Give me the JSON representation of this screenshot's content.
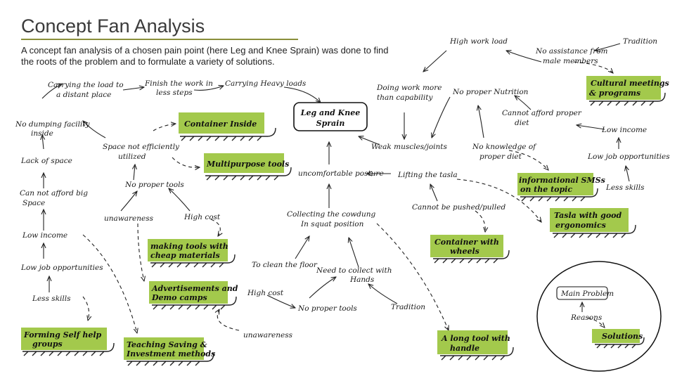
{
  "header": {
    "title": "Concept Fan Analysis",
    "description": "A concept fan analysis of a chosen pain point (here Leg and Knee Sprain) was done to find the roots of the problem and to formulate a variety of solutions."
  },
  "diagram": {
    "central_problem": [
      "Leg and Knee",
      "Sprain"
    ],
    "nodes": {
      "carrying_load": [
        "Carrying the load to",
        "a distant place"
      ],
      "finish_work": [
        "Finish the work in",
        "less steps"
      ],
      "carrying_heavy": [
        "Carrying Heavy loads"
      ],
      "no_dumping": [
        "No dumping facility",
        "inside"
      ],
      "lack_space": [
        "Lack of space"
      ],
      "cannot_afford_space": [
        "Can not afford big",
        "Space"
      ],
      "low_income_left": [
        "Low income"
      ],
      "low_job_left": [
        "Low job opportunities"
      ],
      "less_skills_left": [
        "Less skills"
      ],
      "space_not_util": [
        "Space not efficiently",
        "utilized"
      ],
      "no_proper_tools_1": [
        "No proper tools"
      ],
      "unawareness_1": [
        "unawareness"
      ],
      "high_cost_1": [
        "High cost"
      ],
      "uncomfortable": [
        "uncomfortable posture"
      ],
      "collecting": [
        "Collecting the cowdung",
        "In squat position"
      ],
      "to_clean": [
        "To clean the floor"
      ],
      "need_collect": [
        "Need to collect with",
        "Hands"
      ],
      "high_cost_2": [
        "High cost"
      ],
      "no_proper_tools_2": [
        "No proper tools"
      ],
      "unawareness_2": [
        "unawareness"
      ],
      "tradition_low": [
        "Tradition"
      ],
      "weak_muscles": [
        "Weak muscles/joints"
      ],
      "doing_work": [
        "Doing work more",
        "than capability"
      ],
      "high_workload": [
        "High work load"
      ],
      "no_assistance": [
        "No assistance from",
        "male members"
      ],
      "tradition_top": [
        "Tradition"
      ],
      "no_nutrition": [
        "No proper Nutrition"
      ],
      "no_knowledge": [
        "No knowledge of",
        "proper diet"
      ],
      "cannot_afford_diet": [
        "Cannot afford proper",
        "diet"
      ],
      "low_income_right": [
        "Low income"
      ],
      "low_job_right": [
        "Low job opportunities"
      ],
      "less_skills_right": [
        "Less skills"
      ],
      "lifting": [
        "Lifting the tasla"
      ],
      "cannot_push": [
        "Cannot be pushed/pulled"
      ]
    },
    "solutions": {
      "container_inside": [
        "Container Inside"
      ],
      "multipurpose": [
        "Multipurpose tools"
      ],
      "making_tools": [
        "making tools with",
        "cheap materials"
      ],
      "ads_demo": [
        "Advertisements and",
        "Demo camps"
      ],
      "self_help": [
        "Forming Self help",
        "groups"
      ],
      "saving": [
        "Teaching Saving &",
        "Investment methods"
      ],
      "cultural": [
        "Cultural meetings",
        "& programs"
      ],
      "info_sms": [
        "informational SMSs",
        "on the topic"
      ],
      "tasla_ergo": [
        "Tasla with good",
        "ergonomics"
      ],
      "wheels": [
        "Container with",
        "wheels"
      ],
      "long_tool": [
        "A long tool with",
        "handle"
      ]
    },
    "legend": {
      "main_problem": "Main Problem",
      "reasons": "Reasons",
      "solutions": "Solutions"
    }
  },
  "colors": {
    "sticky_note": "#a3c94c",
    "title_rule": "#8a8f3a",
    "ink": "#1a1a1a"
  }
}
